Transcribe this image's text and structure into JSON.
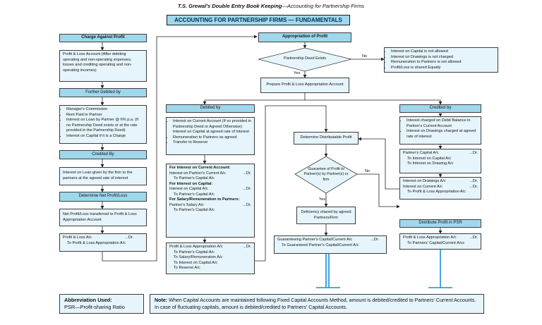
{
  "header": {
    "book": "T.S. Grewal's Double Entry Book Keeping",
    "chapter": "—Accounting for Partnership Firms"
  },
  "title": "ACCOUNTING FOR PARTNERSHIP FIRMS — FUNDAMENTALS",
  "left": {
    "charge": "Charge Against Profit",
    "pl_account": "Profit & Loss Account (After debiting operating and non-operating expenses, losses and crediting operating and non-operating incomes)",
    "further_debited": "Further Debited by",
    "debits": [
      "Manager's Commission",
      "Rent Paid to Partner",
      "Interest on Loan by Partner @ 6% p.a. (If no Partnership Deed exists or at the rate provided in the Partnership Deed)",
      "Interest on Capital if it is a Charge"
    ],
    "credited_by": "Credited By",
    "interest_loan": "Interest on Loan given by the firm to the partners at the agreed rate of interest",
    "determine_net": "Determine Net Profit/Loss",
    "net_transferred": "Net Profit/Loss transferred to Profit & Loss Appropriation Account",
    "entry_line1": "Profit & Loss A/c",
    "entry_dr": "...Dr.",
    "entry_line2": "To Profit & Loss Appropriation A/c"
  },
  "top": {
    "appropriation": "Appropriation of Profit",
    "deed_q": "Partnership Deed Exists",
    "no": "No",
    "yes": "Yes",
    "no_deed_rules": [
      "Interest on Capital is not allowed",
      "Interest on Drawings is not charged",
      "Remuneration to Partners is not allowed",
      "Profit/Loss is shared Equally"
    ],
    "prepare": "Prepare Profit & Loss Appropriation Account"
  },
  "debited": {
    "header": "Debited by",
    "items": [
      "Interest on Current Account (If so provided in Partnership Deed or Agreed Otherwise) Interest on Capital at agreed rate of interest",
      "Remuneration to Partners as agreed",
      "Transfer to Reserve"
    ],
    "h1": "For Interest on Current Account:",
    "e1a": "Interest on Partner's Current A/c",
    "e1dr": "...Dr.",
    "e1b": "To Partner's Capital A/c",
    "h2": "For Interest on Capital:",
    "e2a": "Interest on Capital A/c",
    "e2dr": "...Dr.",
    "e2b": "To Partner's Capital A/c",
    "h3": "For Salary/Remuneration to Partners:",
    "e3a": "Partner's Salary A/c",
    "e3dr": "...Dr.",
    "e3b": "To Partner's Capital A/c",
    "final_a": "Profit & Loss Appropriation A/c",
    "final_dr": "...Dr.",
    "final_lines": [
      "To Partner's Capital A/c",
      "To Salary/Remuneration A/c",
      "To Interest on Capital A/c",
      "To Reserve A/c"
    ]
  },
  "middle": {
    "determine": "Determine Distributable Profit",
    "guarantee_q": "Guarantee of Profit to Partner(s) by Partner(s) or firm",
    "no": "No",
    "yes": "Yes",
    "deficiency": "Deficiency shared by agreed Partners/Firm",
    "g_line1": "Guaranteeing Partner's Capital/Current A/c",
    "g_dr": "...Dr.",
    "g_line2": "To Guaranteed Partner's Capital/Current A/c"
  },
  "credited": {
    "header": "Credited by",
    "items": [
      "Interest charged on Debit Balance in Partner's Current Account",
      "Interest on Drawings charged at agreed rate of interest"
    ],
    "e1a": "Partner's Capital A/c",
    "e1dr": "...Dr.",
    "e1b": "To Interest on Capital A/c",
    "e1c": "To Interest on Drawing A/c",
    "e2a": "Interest on Drawings A/c",
    "e2dr": "...Dr.",
    "e2b": "Interest on Current A/c",
    "e2bdr": "...Dr.",
    "e2c": "To Profit & Loss Appropriation A/c",
    "distribute": "Distribute Profit in PSR",
    "final_a": "Profit & Loss Appropriation A/c",
    "final_dr": "...Dr.",
    "final_b": "To Partners' Capital/Current A/cs"
  },
  "footer": {
    "abbr_title": "Abbreviation Used:",
    "abbr_text": "PSR—Profit-sharing Ratio",
    "note_label": "Note:",
    "note_text": "When Capital Accounts are maintained following Fixed Capital Accounts Method, amount is debited/credited to Partners' Current Accounts. In case of fluctuating capitals, amount is debited/credited to Partners' Capital Accounts."
  },
  "colors": {
    "box_fill": "#e6f5fb",
    "header_fill": "#9fd8ec",
    "accent_line": "#1a8fd6"
  }
}
